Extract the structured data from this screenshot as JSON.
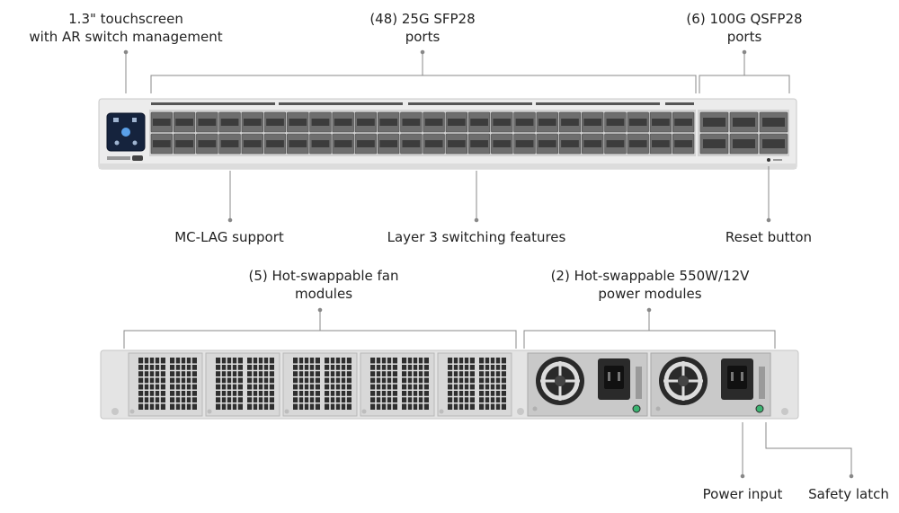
{
  "callouts": {
    "touchscreen": [
      "1.3\" touchscreen",
      "with AR switch management"
    ],
    "sfp28": [
      "(48) 25G SFP28",
      "ports"
    ],
    "qsfp28": [
      "(6) 100G QSFP28",
      "ports"
    ],
    "mclag": "MC-LAG support",
    "layer3": "Layer 3 switching features",
    "reset": "Reset button",
    "fans": [
      "(5) Hot-swappable fan",
      "modules"
    ],
    "psu": [
      "(2) Hot-swappable 550W/12V",
      "power modules"
    ],
    "power_input": "Power input",
    "safety_latch": "Safety latch"
  },
  "front_panel": {
    "sfp28_port_count": 48,
    "qsfp28_port_count": 6,
    "colors": {
      "chassis": "#ebebeb",
      "port": "#6e6e6e",
      "port_dark": "#3c3c3c",
      "screen": "#1a2a44"
    }
  },
  "rear_panel": {
    "fan_module_count": 5,
    "power_module_count": 2,
    "colors": {
      "chassis": "#dedede",
      "fan_grille": "#2f2f2f",
      "psu_dark": "#2a2a2a",
      "led_green": "#3cb371"
    }
  }
}
